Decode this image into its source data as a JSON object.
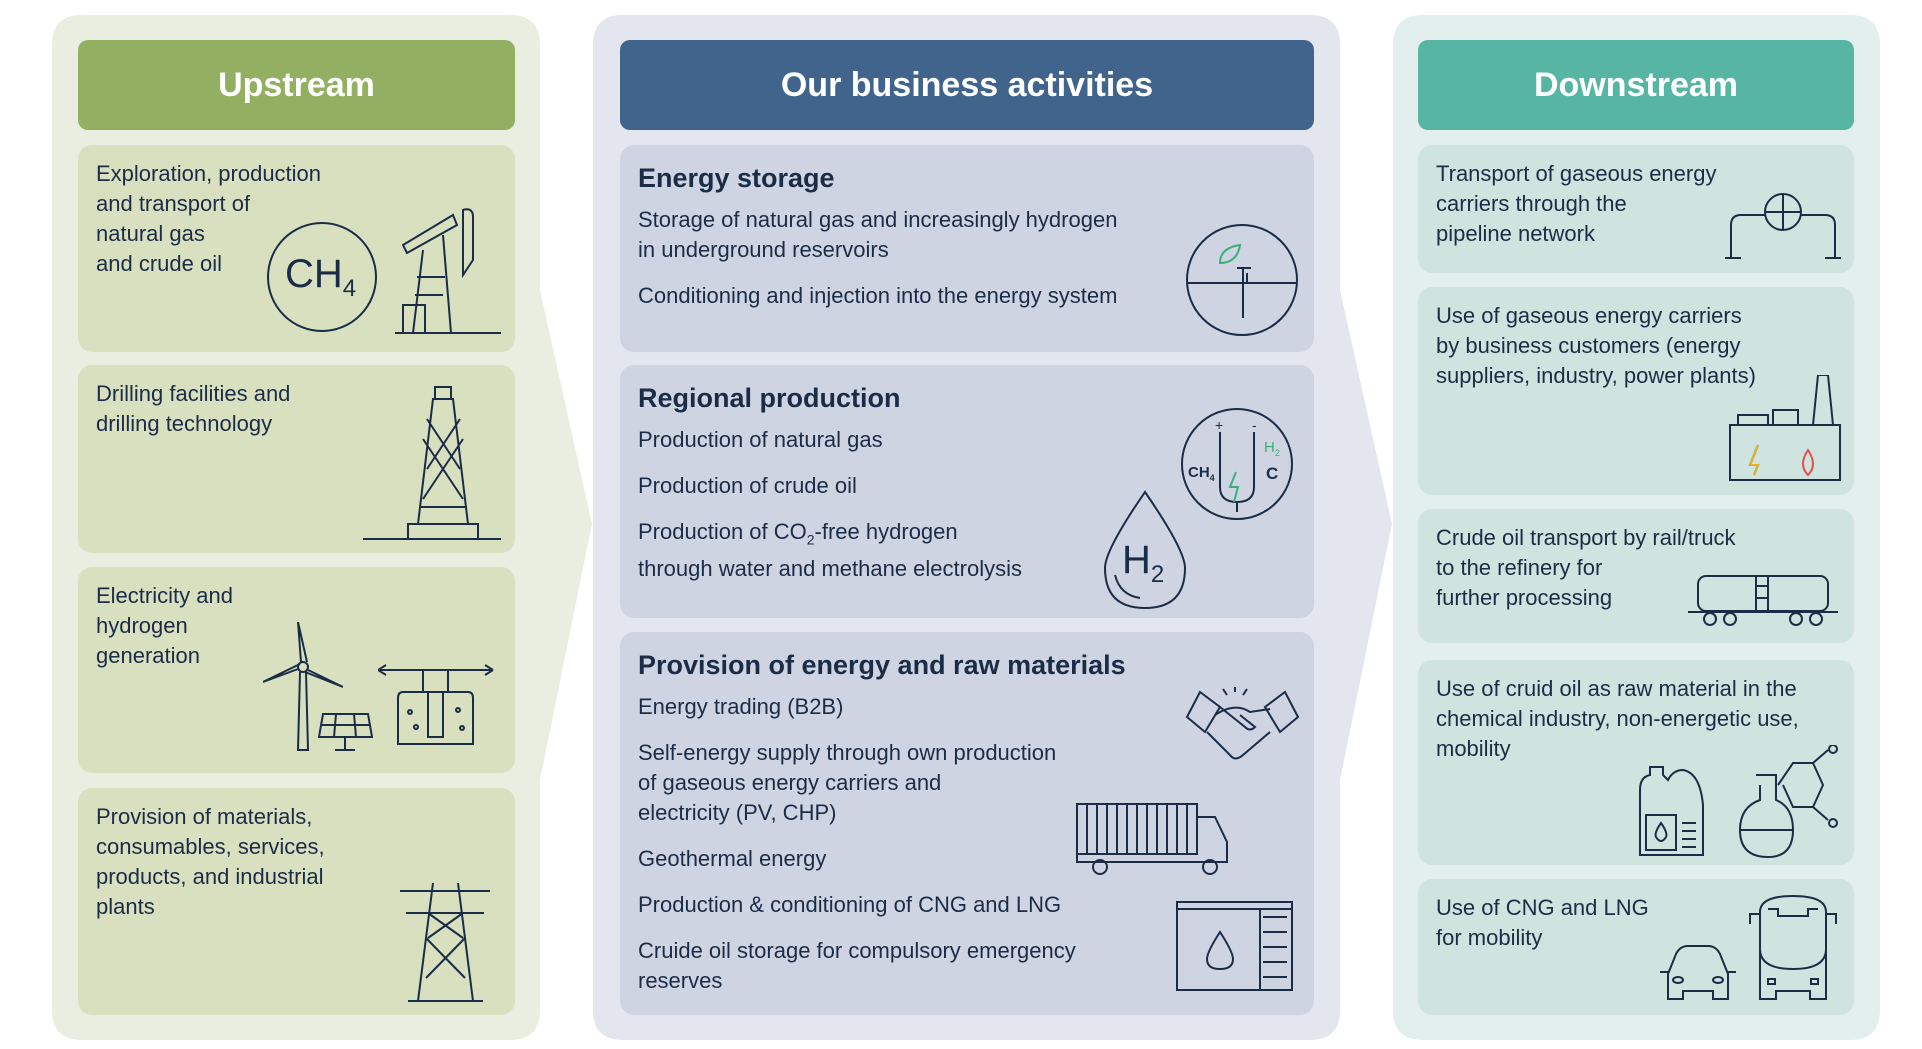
{
  "colors": {
    "upstream": "#93b062",
    "business": "#40648c",
    "downstream": "#56b5a3",
    "text": "#1b2c47",
    "accent_green": "#3fae7a"
  },
  "upstream": {
    "title": "Upstream",
    "cards": [
      {
        "text": "Exploration, production\nand transport of\nnatural gas\nand crude oil",
        "icons": [
          "ch4-circle-icon",
          "pumpjack-icon"
        ],
        "ch4_label": "CH",
        "ch4_sub": "4"
      },
      {
        "text": "Drilling facilities and\ndrilling technology",
        "icons": [
          "drilling-rig-icon"
        ]
      },
      {
        "text": "Electricity and\nhydrogen\ngeneration",
        "icons": [
          "wind-turbine-icon",
          "solar-panel-icon",
          "electrolyser-icon"
        ]
      },
      {
        "text": "Provision of materials,\nconsumables, services,\nproducts, and industrial\nplants",
        "icons": [
          "power-pylon-icon"
        ]
      }
    ]
  },
  "business": {
    "title": "Our business activities",
    "sections": [
      {
        "heading": "Energy storage",
        "items": [
          "Storage of natural gas and increasingly hydrogen\nin underground reservoirs",
          "Conditioning and injection into the energy system"
        ],
        "icons": [
          "underground-storage-icon"
        ]
      },
      {
        "heading": "Regional production",
        "items": [
          "Production of natural gas",
          "Production of crude oil"
        ],
        "item3_pre": "Production of CO",
        "item3_sub": "2",
        "item3_post": "-free hydrogen\nthrough water and methane electrolysis",
        "icons": [
          "electrolysis-cell-icon",
          "hydrogen-drop-icon"
        ],
        "cell_labels": {
          "plus": "+",
          "minus": "-",
          "ch4": "CH",
          "ch4_sub": "4",
          "h2": "H",
          "h2_sub": "2",
          "c": "C"
        },
        "drop_label": "H",
        "drop_sub": "2"
      },
      {
        "heading": "Provision of energy and raw materials",
        "items": [
          "Energy trading (B2B)",
          "Self-energy supply through own production\nof gaseous energy carriers and\nelectricity (PV, CHP)",
          "Geothermal energy",
          "Production & conditioning of CNG and LNG",
          "Cruide oil storage for compulsory emergency\nreserves"
        ],
        "icons": [
          "handshake-icon",
          "tank-truck-icon",
          "storage-tank-icon"
        ]
      }
    ]
  },
  "downstream": {
    "title": "Downstream",
    "cards": [
      {
        "text": "Transport of gaseous energy\ncarriers through the\n pipeline network",
        "icons": [
          "pipeline-valve-icon"
        ]
      },
      {
        "text": "Use of gaseous energy carriers\nby business customers (energy\nsuppliers, industry, power plants)",
        "icons": [
          "factory-icon"
        ]
      },
      {
        "text": "Crude oil transport by rail/truck\nto the refinery for\nfurther processing",
        "icons": [
          "rail-tank-car-icon"
        ]
      },
      {
        "text": "Use of cruid oil as raw material in the\nchemical industry, non-energetic use,\nmobility",
        "icons": [
          "oil-canister-icon",
          "chemistry-flask-icon"
        ]
      },
      {
        "text": "Use of CNG and LNG\nfor mobility",
        "icons": [
          "car-icon",
          "bus-icon"
        ]
      }
    ]
  }
}
